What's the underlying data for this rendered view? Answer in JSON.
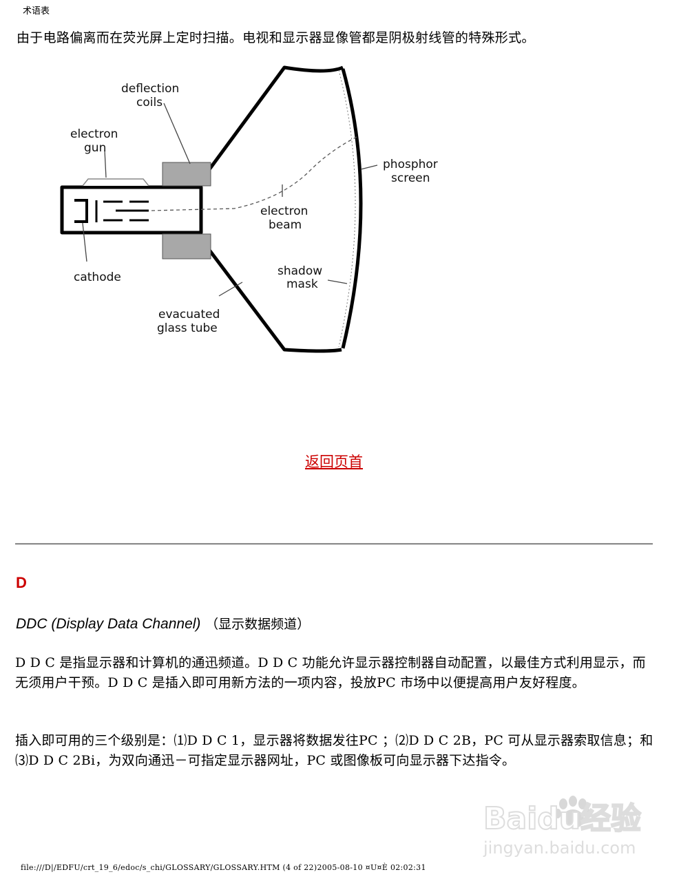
{
  "header": {
    "title": "术语表"
  },
  "intro_text": "由于电路偏离而在荧光屏上定时扫描。电视和显示器显像管都是阴极射线管的特殊形式。",
  "diagram": {
    "labels": {
      "deflection_line1": "deflection",
      "deflection_line2": "coils",
      "gun_line1": "electron",
      "gun_line2": "gun",
      "phosphor_line1": "phosphor",
      "phosphor_line2": "screen",
      "beam_line1": "electron",
      "beam_line2": "beam",
      "cathode": "cathode",
      "shadow_line1": "shadow",
      "shadow_line2": "mask",
      "tube_line1": "evacuated",
      "tube_line2": "glass tube"
    }
  },
  "back_to_top": "返回页首",
  "section_letter": "D",
  "term": {
    "english": "DDC (Display Data Channel)",
    "chinese": "（显示数据频道）"
  },
  "paragraphs": [
    "D D C 是指显示器和计算机的通迅频道。D D C 功能允许显示器控制器自动配置，以最佳方式利用显示，而无须用户干预。D D C 是插入即可用新方法的一项内容，投放PC 市场中以便提高用户友好程度。",
    "插入即可用的三个级别是：⑴D D C 1，显示器将数据发往PC ；⑵D D C 2B，PC 可从显示器索取信息；和⑶D D C 2Bi，为双向通迅－可指定显示器网址，PC 或图像板可向显示器下达指令。"
  ],
  "footer": "file:///D|/EDFU/crt_19_6/edoc/s_chi/GLOSSARY/GLOSSARY.HTM  (4 of 22)2005-08-10 ¤U¤È  02:02:31",
  "watermark": {
    "brand": "Baidu经验",
    "url": "jingyan.baidu.com"
  }
}
